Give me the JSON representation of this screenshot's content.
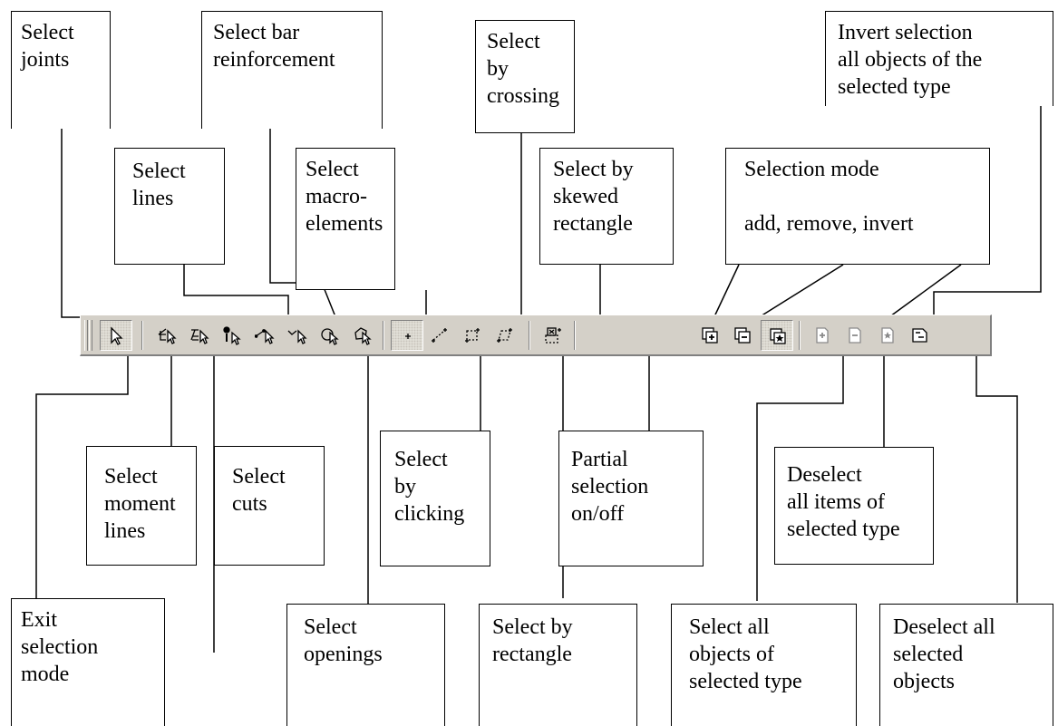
{
  "toolbar": {
    "buttons": [
      {
        "id": "exit",
        "icon": "arrow-cursor-icon",
        "pressed": true,
        "enabled": true
      },
      {
        "id": "moment_lines",
        "icon": "moment-lines-cursor-icon",
        "pressed": false,
        "enabled": true
      },
      {
        "id": "cuts",
        "icon": "cuts-cursor-icon",
        "pressed": false,
        "enabled": true
      },
      {
        "id": "joints",
        "icon": "joint-cursor-icon",
        "pressed": false,
        "enabled": true
      },
      {
        "id": "lines",
        "icon": "line-cursor-icon",
        "pressed": false,
        "enabled": true
      },
      {
        "id": "bar_reinforcement",
        "icon": "bar-reinforcement-cursor-icon",
        "pressed": false,
        "enabled": true
      },
      {
        "id": "openings",
        "icon": "opening-cursor-icon",
        "pressed": false,
        "enabled": true
      },
      {
        "id": "macro_elements",
        "icon": "macro-element-cursor-icon",
        "pressed": false,
        "enabled": true
      },
      {
        "id": "by_clicking",
        "icon": "click-point-icon",
        "pressed": true,
        "enabled": true
      },
      {
        "id": "by_crossing",
        "icon": "crossing-line-icon",
        "pressed": false,
        "enabled": true
      },
      {
        "id": "by_rectangle",
        "icon": "rectangle-select-icon",
        "pressed": false,
        "enabled": true
      },
      {
        "id": "by_skewed_rectangle",
        "icon": "skewed-rectangle-icon",
        "pressed": false,
        "enabled": true
      },
      {
        "id": "partial_selection",
        "icon": "partial-selection-icon",
        "pressed": false,
        "enabled": true
      },
      {
        "id": "mode_add",
        "icon": "mode-add-icon",
        "pressed": false,
        "enabled": true
      },
      {
        "id": "mode_remove",
        "icon": "mode-remove-icon",
        "pressed": false,
        "enabled": true
      },
      {
        "id": "mode_invert",
        "icon": "mode-invert-icon",
        "pressed": true,
        "enabled": true
      },
      {
        "id": "select_all_type",
        "icon": "select-all-icon",
        "pressed": false,
        "enabled": false
      },
      {
        "id": "deselect_all_type",
        "icon": "deselect-type-icon",
        "pressed": false,
        "enabled": false
      },
      {
        "id": "invert_selection",
        "icon": "invert-selection-icon",
        "pressed": false,
        "enabled": false
      },
      {
        "id": "deselect_all",
        "icon": "deselect-all-icon",
        "pressed": false,
        "enabled": true
      }
    ]
  },
  "callouts": [
    {
      "id": "select_joints",
      "text": "Select\njoints"
    },
    {
      "id": "select_bar_reinforcement",
      "text": "Select bar\nreinforcement"
    },
    {
      "id": "select_by_crossing",
      "text": "Select\nby\ncrossing"
    },
    {
      "id": "invert_selection",
      "text": "Invert selection\nall objects of the\nselected type"
    },
    {
      "id": "select_lines",
      "text": "Select\nlines"
    },
    {
      "id": "select_macro_elements",
      "text": "Select\nmacro-\nelements"
    },
    {
      "id": "select_by_skewed_rectangle",
      "text": "Select by\nskewed\nrectangle"
    },
    {
      "id": "selection_mode",
      "text": "Selection mode\n\nadd, remove, invert"
    },
    {
      "id": "select_moment_lines",
      "text": "Select\nmoment\nlines"
    },
    {
      "id": "select_cuts",
      "text": "Select\ncuts"
    },
    {
      "id": "select_by_clicking",
      "text": "Select\nby\nclicking"
    },
    {
      "id": "partial_selection",
      "text": "Partial\nselection\non/off"
    },
    {
      "id": "deselect_items_of_type",
      "text": "Deselect\nall items of\nselected type"
    },
    {
      "id": "exit_selection_mode",
      "text": "Exit\nselection\nmode"
    },
    {
      "id": "select_openings",
      "text": "Select\nopenings"
    },
    {
      "id": "select_by_rectangle",
      "text": "Select by\nrectangle"
    },
    {
      "id": "select_all_objects_of_type",
      "text": "Select all\nobjects of\nselected type"
    },
    {
      "id": "deselect_all_selected",
      "text": "Deselect all\nselected\nobjects"
    }
  ]
}
